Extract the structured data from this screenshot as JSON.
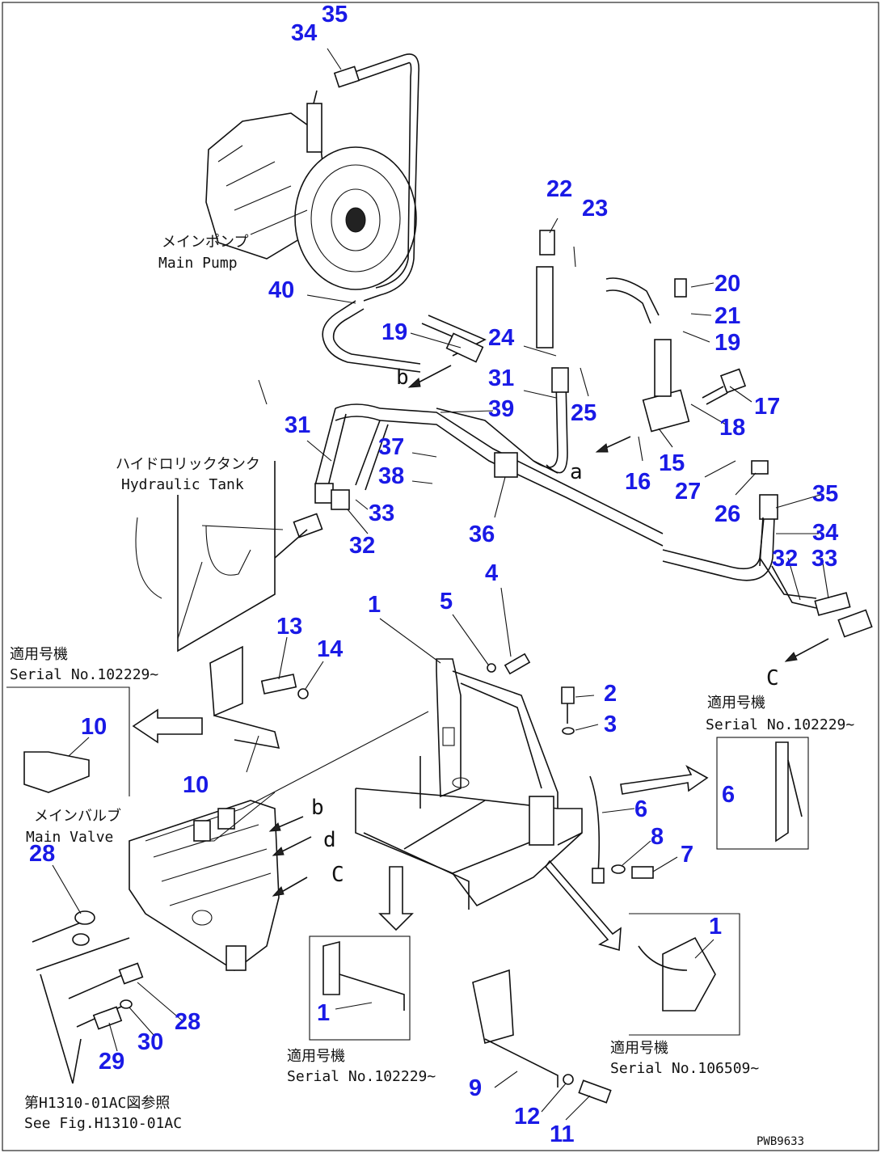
{
  "callouts": [
    {
      "id": "c34a",
      "text": "34"
    },
    {
      "id": "c35a",
      "text": "35"
    },
    {
      "id": "c40",
      "text": "40"
    },
    {
      "id": "c22",
      "text": "22"
    },
    {
      "id": "c23",
      "text": "23"
    },
    {
      "id": "c20",
      "text": "20"
    },
    {
      "id": "c21",
      "text": "21"
    },
    {
      "id": "c19a",
      "text": "19"
    },
    {
      "id": "c19b",
      "text": "19"
    },
    {
      "id": "c24",
      "text": "24"
    },
    {
      "id": "c31a",
      "text": "31"
    },
    {
      "id": "c39",
      "text": "39"
    },
    {
      "id": "c25",
      "text": "25"
    },
    {
      "id": "c17",
      "text": "17"
    },
    {
      "id": "c18",
      "text": "18"
    },
    {
      "id": "c15",
      "text": "15"
    },
    {
      "id": "c16",
      "text": "16"
    },
    {
      "id": "c27",
      "text": "27"
    },
    {
      "id": "c26",
      "text": "26"
    },
    {
      "id": "c31b",
      "text": "31"
    },
    {
      "id": "c37",
      "text": "37"
    },
    {
      "id": "c38",
      "text": "38"
    },
    {
      "id": "c33a",
      "text": "33"
    },
    {
      "id": "c32a",
      "text": "32"
    },
    {
      "id": "c36",
      "text": "36"
    },
    {
      "id": "c35b",
      "text": "35"
    },
    {
      "id": "c34b",
      "text": "34"
    },
    {
      "id": "c32b",
      "text": "32"
    },
    {
      "id": "c33b",
      "text": "33"
    },
    {
      "id": "c1a",
      "text": "1"
    },
    {
      "id": "c5",
      "text": "5"
    },
    {
      "id": "c4",
      "text": "4"
    },
    {
      "id": "c13",
      "text": "13"
    },
    {
      "id": "c14",
      "text": "14"
    },
    {
      "id": "c2",
      "text": "2"
    },
    {
      "id": "c3",
      "text": "3"
    },
    {
      "id": "c10a",
      "text": "10"
    },
    {
      "id": "c10b",
      "text": "10"
    },
    {
      "id": "c6a",
      "text": "6"
    },
    {
      "id": "c6b",
      "text": "6"
    },
    {
      "id": "c8",
      "text": "8"
    },
    {
      "id": "c7",
      "text": "7"
    },
    {
      "id": "c28a",
      "text": "28"
    },
    {
      "id": "c28b",
      "text": "28"
    },
    {
      "id": "c30",
      "text": "30"
    },
    {
      "id": "c29",
      "text": "29"
    },
    {
      "id": "c1b",
      "text": "1"
    },
    {
      "id": "c1c",
      "text": "1"
    },
    {
      "id": "c9",
      "text": "9"
    },
    {
      "id": "c12",
      "text": "12"
    },
    {
      "id": "c11",
      "text": "11"
    }
  ],
  "labels": {
    "main_pump_jp": "メインポンプ",
    "main_pump_en": "Main Pump",
    "hyd_tank_jp": "ハイドロリックタンク",
    "hyd_tank_en": "Hydraulic Tank",
    "main_valve_jp": "メインバルブ",
    "main_valve_en": "Main Valve",
    "serial_jp": "適用号機",
    "serial_a": "Serial No.102229~",
    "serial_b": "Serial No.102229~",
    "serial_c": "Serial No.102229~",
    "serial_d": "Serial No.106509~",
    "serial_jp_b": "適用号機",
    "serial_jp_c": "適用号機",
    "serial_jp_d": "適用号機",
    "see_jp": "第H1310-01AC図参照",
    "see_en": "See Fig.H1310-01AC",
    "letter_a": "a",
    "letter_b1": "b",
    "letter_b2": "b",
    "letter_c1": "C",
    "letter_c2": "C",
    "letter_d": "d",
    "drawing_code": "PWB9633"
  }
}
